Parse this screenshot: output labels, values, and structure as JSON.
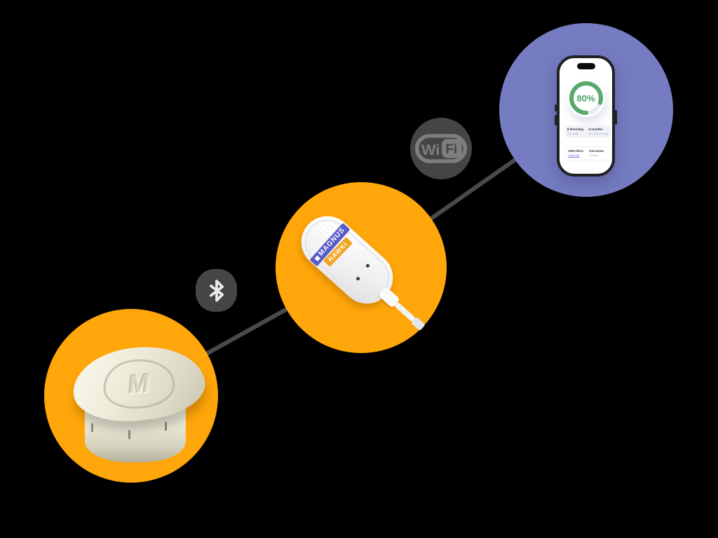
{
  "sensor": {
    "logo_letter": "M"
  },
  "gateway": {
    "brand": "MAGNUS",
    "model": "HAWKI"
  },
  "wifi": {
    "left": "Wi",
    "right": "Fi"
  },
  "phone": {
    "gauge_percent": "80%",
    "stats": [
      {
        "value": "8 litres/day",
        "label": "Avg usage"
      },
      {
        "value": "5 months",
        "label": "Est. time to empty"
      },
      {
        "value": "1000 litres",
        "label": "Order refill"
      },
      {
        "value": "Kerosene",
        "label": "Content"
      }
    ]
  },
  "colors": {
    "background": "#000000",
    "zone_orange": "#FFA60A",
    "zone_purple": "#757CC1",
    "gauge_green": "#57A96C",
    "gauge_track": "#E9EBF2",
    "line_gray": "#4A4A4A",
    "badge_gray": "#454545",
    "sensor_cream": "#EAE8D4",
    "brand_purple": "#575CC8",
    "brand_orange": "#F2A524"
  }
}
